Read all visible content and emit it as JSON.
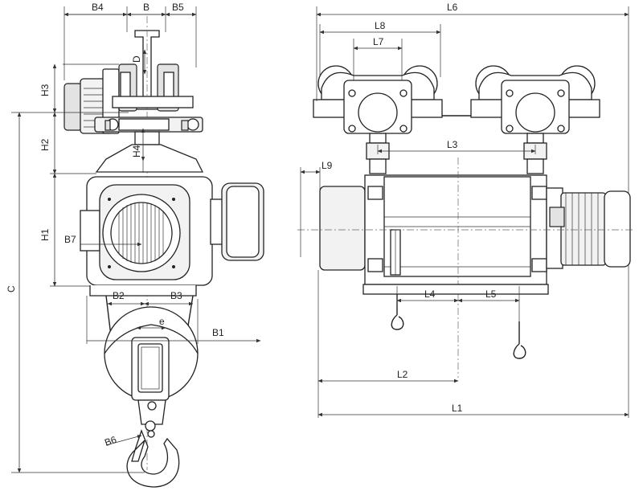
{
  "dimensions": {
    "left_view": {
      "B4": "B4",
      "B": "B",
      "B5": "B5",
      "D": "D",
      "H3": "H3",
      "H2": "H2",
      "H4": "H4",
      "H1": "H1",
      "C": "C",
      "B7": "B7",
      "B2": "B2",
      "B3": "B3",
      "e": "e",
      "B1": "B1",
      "B6": "B6"
    },
    "right_view": {
      "L6": "L6",
      "L8": "L8",
      "L7": "L7",
      "L3": "L3",
      "L9": "L9",
      "L4": "L4",
      "L5": "L5",
      "L2": "L2",
      "L1": "L1"
    }
  }
}
